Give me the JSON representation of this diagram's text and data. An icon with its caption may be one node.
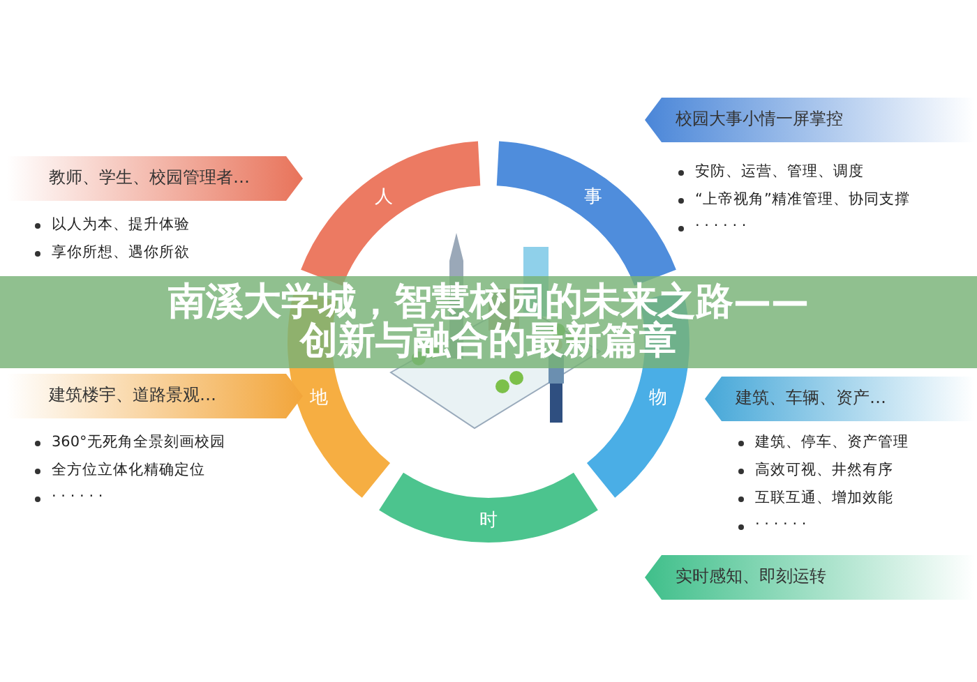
{
  "diagram": {
    "title": "南溪大学城，智慧校园的未来之路——创新与融合的最新篇章",
    "nodes": [
      {
        "text": [
          "教师、学生、校园管理者…"
        ],
        "beside": [
          "以人为本、提升体验",
          "享你所想、遇你所欲"
        ]
      },
      {
        "text": [
          "校园大事小情一屏掌控"
        ],
        "beside": [
          "安防、运营、管理、调度",
          "“上帝视角”精准管理、协同支撑",
          "· · · · · ·"
        ]
      },
      {
        "text": [
          "人"
        ]
      },
      {
        "text": [
          "事"
        ]
      },
      {
        "text": [],
        "shape": "picture"
      },
      {
        "text": [
          "建筑楼宇、道路景观…"
        ],
        "beside": [
          "360°无死角全景刻画校园",
          "全方位立体化精确定位",
          "· · · · · ·"
        ]
      },
      {
        "text": [
          "地"
        ]
      },
      {
        "text": [
          "物"
        ]
      },
      {
        "text": [
          "建筑、车辆、资产…"
        ],
        "beside": [
          "建筑、停车、资产管理",
          "高效可视、井然有序",
          "互联互通、增加效能",
          "· · · · · ·"
        ]
      },
      {
        "text": [
          "时"
        ]
      },
      {
        "text": [
          "实时感知、即刻运转"
        ]
      }
    ]
  }
}
